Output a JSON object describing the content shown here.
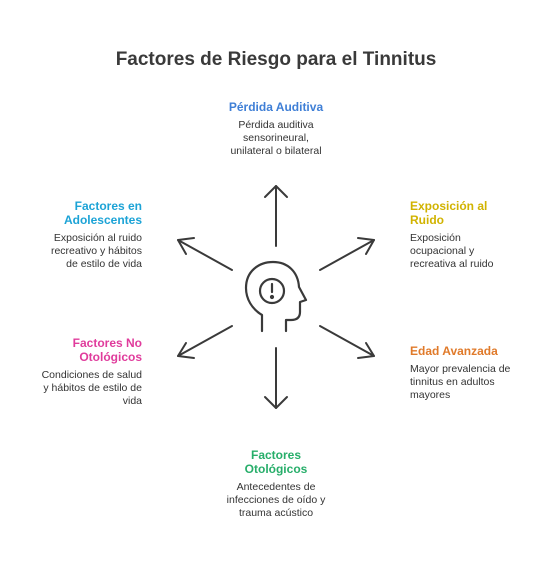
{
  "title": "Factores de Riesgo para el Tinnitus",
  "center_icon": "head-alert-icon",
  "nodes": {
    "perdida": {
      "title": "Pérdida Auditiva",
      "lines": [
        "Pérdida auditiva",
        "sensorineural,",
        "unilateral o bilateral"
      ],
      "color": "#3f7fd6"
    },
    "exposicion": {
      "title": [
        "Exposición al",
        "Ruido"
      ],
      "lines": [
        "Exposición",
        "ocupacional y",
        "recreativa al ruido"
      ],
      "color": "#d1b300"
    },
    "edad": {
      "title": "Edad Avanzada",
      "lines": [
        "Mayor prevalencia de",
        "tinnitus en adultos",
        "mayores"
      ],
      "color": "#e07a2a"
    },
    "otologicos": {
      "title": [
        "Factores",
        "Otológicos"
      ],
      "lines": [
        "Antecedentes de",
        "infecciones de oído y",
        "trauma acústico"
      ],
      "color": "#27ae6a"
    },
    "no_otologicos": {
      "title": [
        "Factores No",
        "Otológicos"
      ],
      "lines": [
        "Condiciones de salud",
        "y hábitos de estilo de",
        "vida"
      ],
      "color": "#e03c9c"
    },
    "adolescentes": {
      "title": [
        "Factores en",
        "Adolescentes"
      ],
      "lines": [
        "Exposición al ruido",
        "recreativo y hábitos",
        "de estilo de vida"
      ],
      "color": "#1ca3d6"
    }
  }
}
